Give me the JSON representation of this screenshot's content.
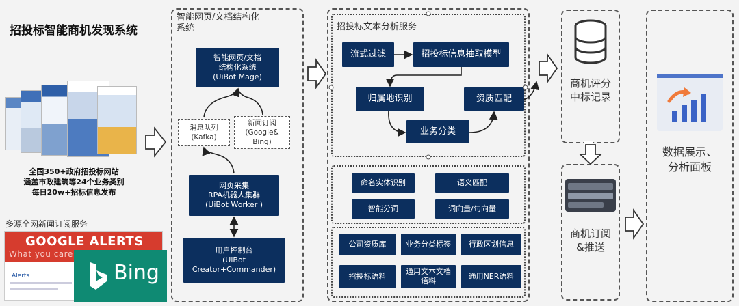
{
  "title": "招投标智能商机发现系统",
  "sources": {
    "gov_caption_lines": [
      "全国350+政府招投标网站",
      "涵盖市政建筑等24个业务类别",
      "每日20w+招标信息发布"
    ],
    "news_label": "多源全网新闻订阅服务",
    "google_alerts_logo": "GOOGLE ALERTS",
    "google_alerts_tagline": "What you care about, as it happens",
    "google_alerts_sub": "Alerts",
    "bing_logo": "Bing"
  },
  "structuring_panel": {
    "title": "智能网页/文档结构化\n系统",
    "mage_box": "智能网页/文档\n结构化系统\n(UiBot Mage)",
    "queue_box": "消息队列\n(Kafka)",
    "news_box": "新闻订阅\n(Google&\nBing)",
    "worker_box": "网页采集\nRPA机器人集群\n(UiBot Worker )",
    "console_box": "用户控制台\n(UiBot\nCreator+Commander)"
  },
  "analysis_panel": {
    "title": "招投标文本分析服务",
    "flow": [
      "流式过滤",
      "招投标信息抽取模型",
      "归属地识别",
      "资质匹配",
      "业务分类"
    ],
    "nlp": [
      "命名实体识别",
      "语义匹配",
      "智能分词",
      "词向量/句向量"
    ],
    "resources": [
      "公司资质库",
      "业务分类标签",
      "行政区划信息",
      "招投标语料",
      "通用文本文档\n语料",
      "通用NER语料"
    ]
  },
  "score_panel": {
    "label": "商机评分\n中标记录",
    "icon": "database-icon"
  },
  "push_panel": {
    "label": "商机订阅\n&推送",
    "icon": "phone-notification-icon"
  },
  "dashboard_panel": {
    "label": "数据展示、\n分析面板",
    "icon": "bar-chart-icon"
  },
  "colors": {
    "box": "#0c2f5e",
    "google_red": "#d63c2e",
    "bing_green": "#0f8a73"
  }
}
